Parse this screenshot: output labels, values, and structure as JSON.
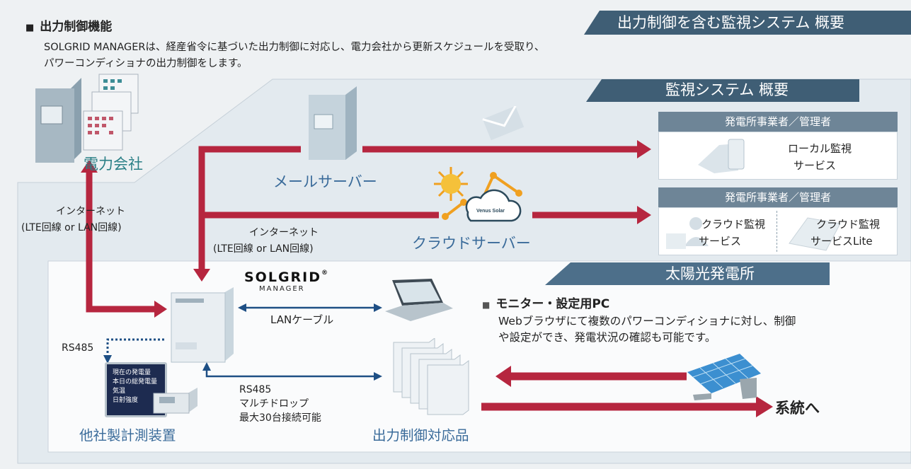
{
  "header": {
    "section_bullet": "■",
    "section_title": "出力制御機能",
    "desc_line1": "SOLGRID MANAGERは、経産省令に基づいた出力制御に対応し、電力会社から更新スケジュールを受取り、",
    "desc_line2": "パワーコンディショナの出力制御をします。",
    "main_banner": "出力制御を含む監視システム 概要"
  },
  "monitor_banner": "監視システム 概要",
  "plant_banner": "太陽光発電所",
  "power_company": "電力会社",
  "internet_left": {
    "line1": "インターネット",
    "line2": "(LTE回線 or LAN回線)"
  },
  "internet_mid": {
    "line1": "インターネット",
    "line2": "(LTE回線 or LAN回線)"
  },
  "mail_server": "メールサーバー",
  "cloud_server": "クラウドサーバー",
  "cloud_logo": "Venus Solar",
  "panels": {
    "top": {
      "header": "発電所事業者／管理者",
      "service_line1": "ローカル監視",
      "service_line2": "サービス"
    },
    "bottom": {
      "header": "発電所事業者／管理者",
      "left_line1": "クラウド監視",
      "left_line2": "サービス",
      "right_line1": "クラウド監視",
      "right_line2": "サービスLite"
    }
  },
  "solgrid": {
    "logo": "SOLGRID",
    "reg": "®",
    "sub": "MANAGER"
  },
  "lan_cable": "LANケーブル",
  "rs485_short": "RS485",
  "rs485_block": {
    "line1": "RS485",
    "line2": "マルチドロップ",
    "line3": "最大30台接続可能"
  },
  "pc": {
    "bullet": "■",
    "title": "モニター・設定用PC",
    "desc_line1": "Webブラウザにて複数のパワーコンディショナに対し、制御",
    "desc_line2": "や設定ができ、発電状況の確認も可能です。"
  },
  "display_lines": [
    "現在の発電量",
    "本日の総発電量",
    "気温",
    "日射強度"
  ],
  "meter_label": "他社製計測装置",
  "pcs_label": "出力制御対応品",
  "grid_label": "系統へ",
  "colors": {
    "arrow": "#b6263f",
    "teal": "#2a7f86",
    "banner": "#3f5e75",
    "link": "#1e4f85"
  }
}
